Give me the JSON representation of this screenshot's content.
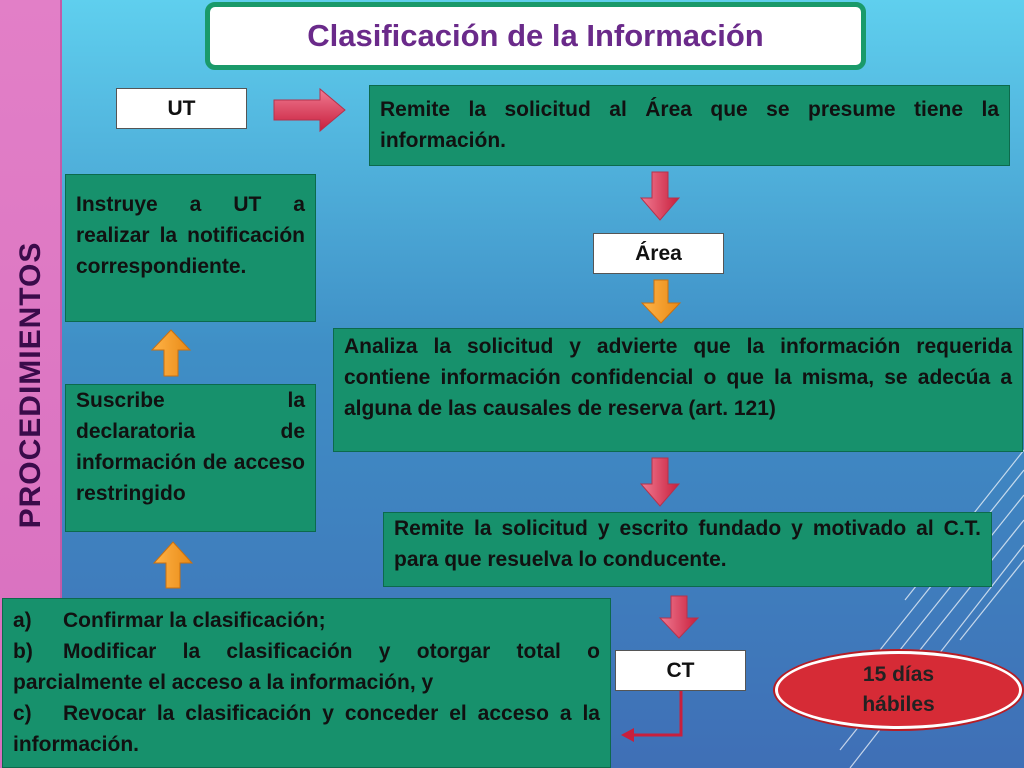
{
  "title": "Clasificación de la Información",
  "side_label": "PROCEDIMIENTOS",
  "labels": {
    "ut": "UT",
    "area": "Área",
    "ct": "CT"
  },
  "boxes": {
    "remite_area": "Remite la solicitud  al Área que se presume tiene la información.",
    "instruye": "Instruye a UT a realizar la notificación correspondiente.",
    "analiza": "Analiza la solicitud y advierte que la información requerida contiene información confidencial o que la misma, se adecúa a alguna de las causales de reserva (art. 121)",
    "suscribe": "Suscribe la declaratoria de información de acceso restringido",
    "remite_ct": "Remite la solicitud y escrito fundado y motivado al C.T. para que resuelva lo conducente."
  },
  "options": [
    {
      "marker": "a)",
      "text": "Confirmar la clasificación;"
    },
    {
      "marker": "b)",
      "text": "Modificar la clasificación y otorgar total o parcialmente el acceso a la información, y"
    },
    {
      "marker": "c)",
      "text": "Revocar la clasificación y conceder el acceso a la  información."
    }
  ],
  "badge": {
    "line1": "15 días",
    "line2": "hábiles"
  },
  "colors": {
    "box_green": "#17916c",
    "title_text": "#6a2a8a",
    "sidebar_pink": "#e27fc7",
    "arrow_red": "#d9324f",
    "arrow_orange": "#f4972b",
    "badge_red": "#d62b36"
  }
}
